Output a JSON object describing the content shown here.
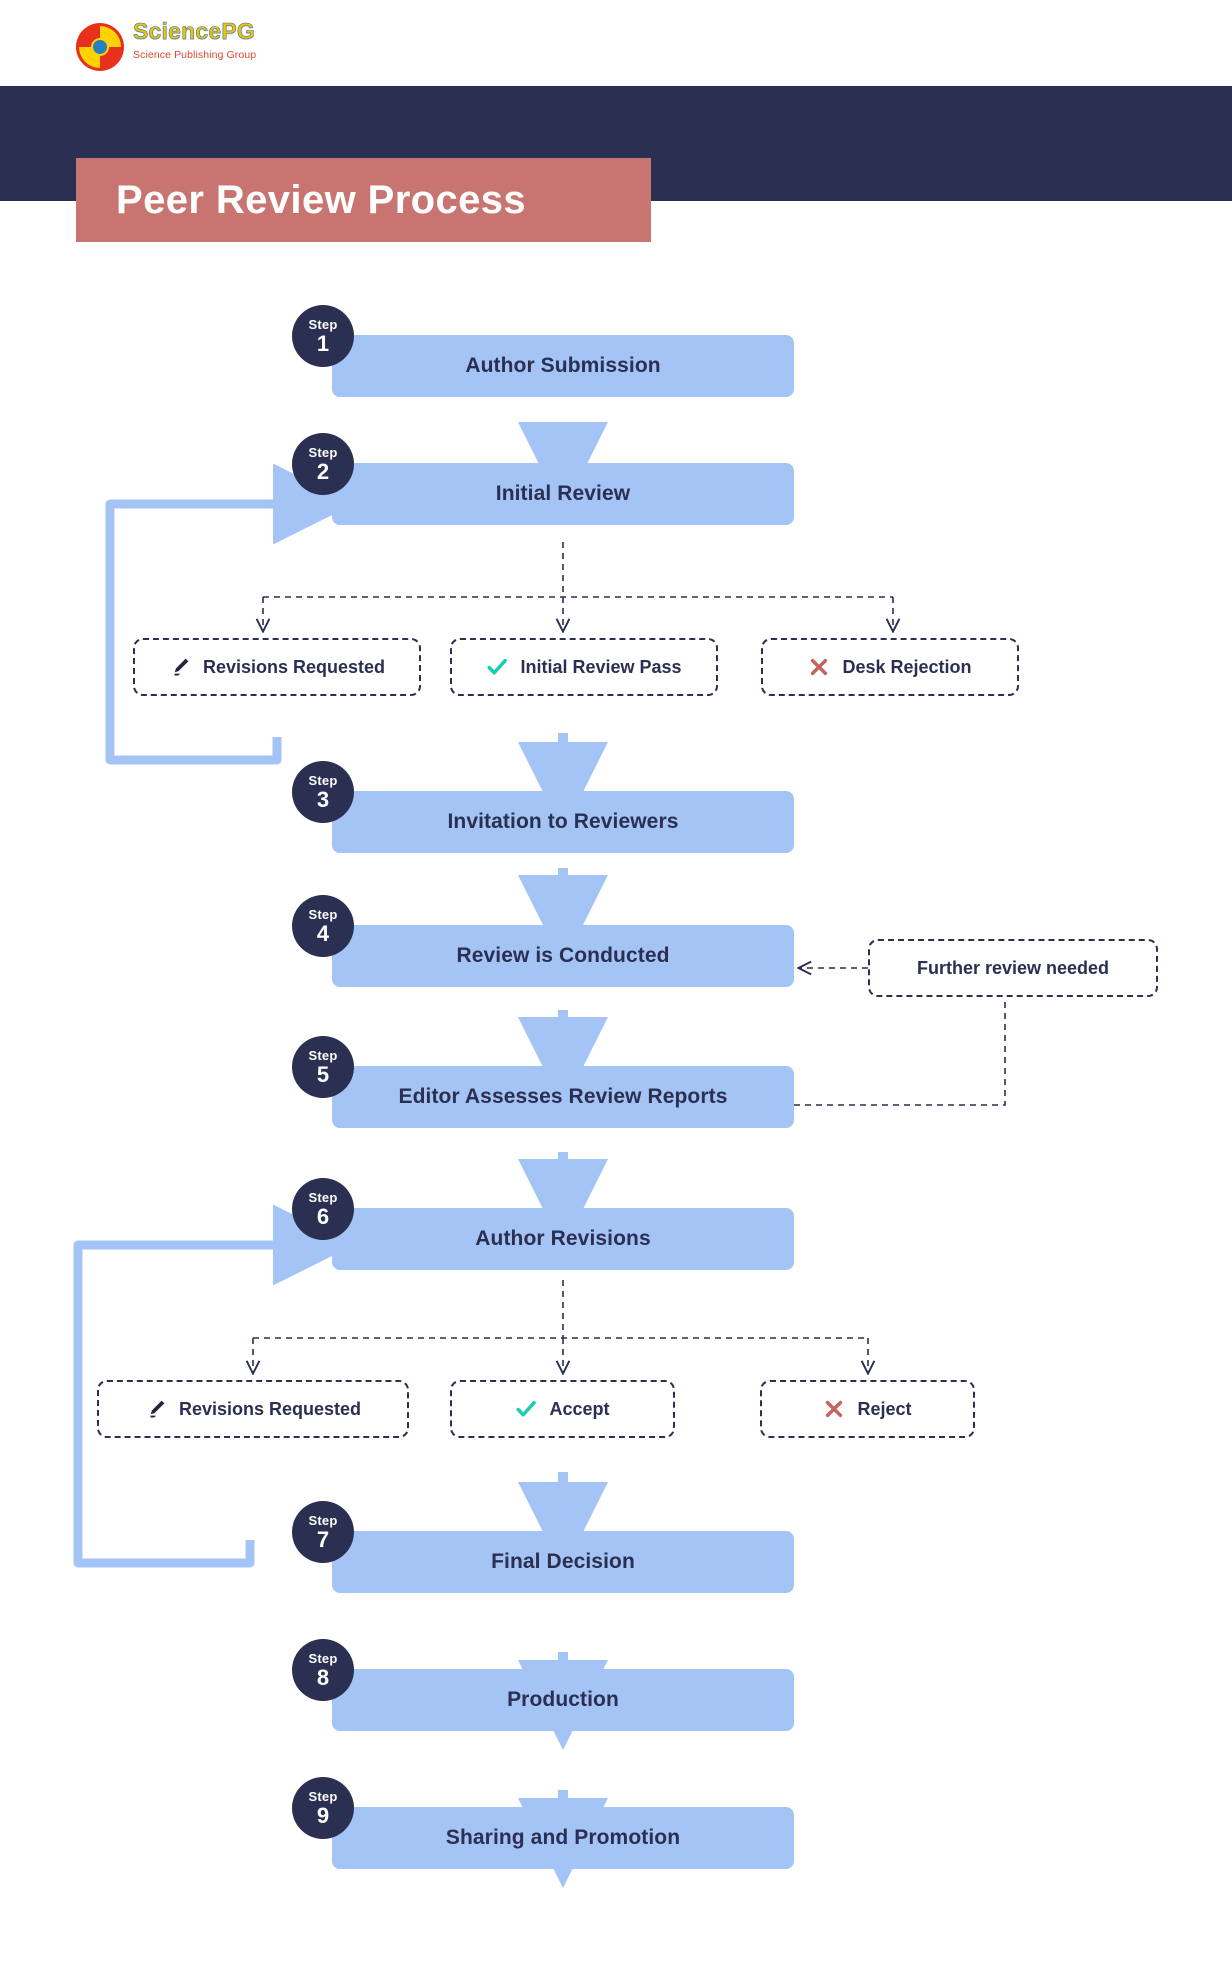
{
  "logo": {
    "brand": "SciencePG",
    "tagline": "Science Publishing Group",
    "mark": "sciencepg-circles-logo"
  },
  "header": {
    "title": "Peer Review Process",
    "banner_color": "#2b2f52",
    "title_block_color": "#c87571",
    "title_text_color": "#ffffff"
  },
  "theme": {
    "step_box_color": "#a3c4f5",
    "step_text_color": "#2b2f52",
    "badge_color": "#2b2f52",
    "arrow_color": "#a3c4f5",
    "dashed_color": "#2b2f52",
    "accept_icon_color": "#15cfb0",
    "reject_icon_color": "#c4645f",
    "edit_icon_color": "#23263f"
  },
  "steps": [
    {
      "word": "Step",
      "number": "1",
      "label": "Author Submission"
    },
    {
      "word": "Step",
      "number": "2",
      "label": "Initial Review"
    },
    {
      "word": "Step",
      "number": "3",
      "label": "Invitation to Reviewers"
    },
    {
      "word": "Step",
      "number": "4",
      "label": "Review is Conducted"
    },
    {
      "word": "Step",
      "number": "5",
      "label": "Editor Assesses Review Reports"
    },
    {
      "word": "Step",
      "number": "6",
      "label": "Author Revisions"
    },
    {
      "word": "Step",
      "number": "7",
      "label": "Final Decision"
    },
    {
      "word": "Step",
      "number": "8",
      "label": "Production"
    },
    {
      "word": "Step",
      "number": "9",
      "label": "Sharing and Promotion"
    }
  ],
  "decisions_after_step2": [
    {
      "label": "Revisions Requested",
      "icon": "pencil-icon"
    },
    {
      "label": "Initial Review Pass",
      "icon": "check-icon"
    },
    {
      "label": "Desk Rejection",
      "icon": "cross-icon"
    }
  ],
  "decisions_after_step6": [
    {
      "label": "Revisions Requested",
      "icon": "pencil-icon"
    },
    {
      "label": "Accept",
      "icon": "check-icon"
    },
    {
      "label": "Reject",
      "icon": "cross-icon"
    }
  ],
  "notes": {
    "further_review": "Further review needed"
  }
}
